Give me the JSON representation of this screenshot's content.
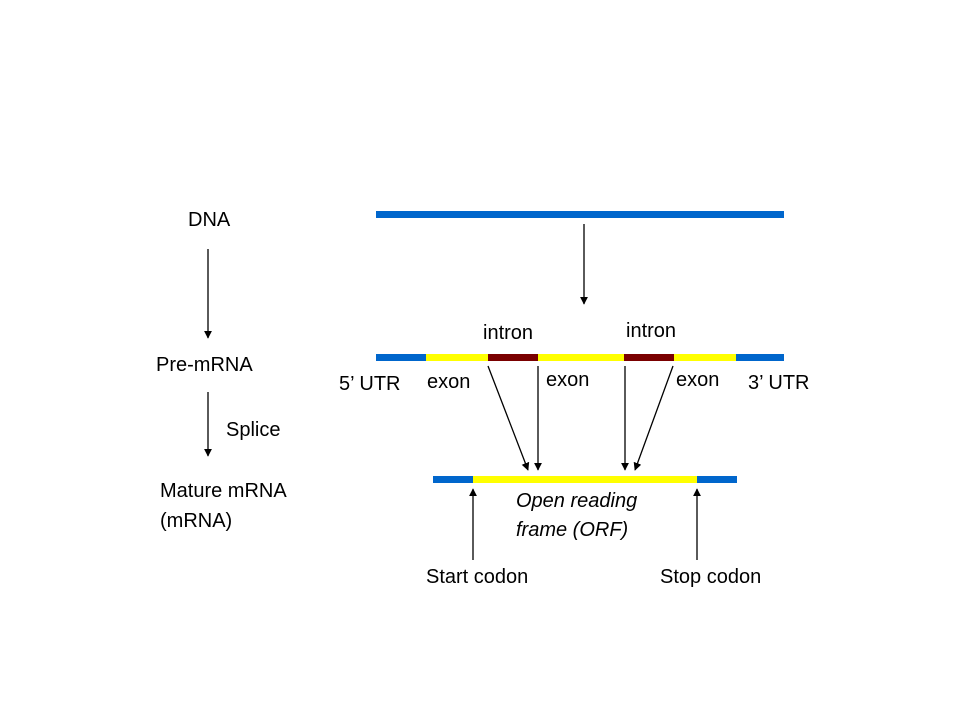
{
  "flow": {
    "dna": "DNA",
    "pre_mrna": "Pre-mRNA",
    "splice": "Splice",
    "mature_line1": "Mature mRNA",
    "mature_line2": "(mRNA)"
  },
  "pre_mrna_labels": {
    "utr5": "5’ UTR",
    "utr3": "3’ UTR",
    "exon1": "exon",
    "exon2": "exon",
    "exon3": "exon",
    "intron1": "intron",
    "intron2": "intron"
  },
  "mature_labels": {
    "orf_line1": "Open reading",
    "orf_line2": "frame (ORF)",
    "start_codon": "Start codon",
    "stop_codon": "Stop codon"
  },
  "colors": {
    "utr": "#0066cc",
    "exon": "#ffff00",
    "intron": "#7a0000",
    "dna": "#0066cc",
    "arrow": "#000000"
  }
}
